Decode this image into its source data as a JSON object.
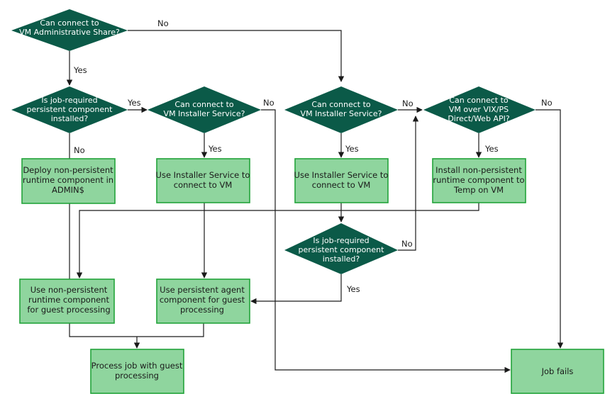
{
  "decisions": [
    {
      "id": "d1",
      "lines": [
        "Can connect to",
        "VM Administrative Share?"
      ]
    },
    {
      "id": "d2",
      "lines": [
        "Is job-required",
        "persistent component",
        "installed?"
      ]
    },
    {
      "id": "d3",
      "lines": [
        "Can connect to",
        "VM Installer Service?"
      ]
    },
    {
      "id": "d4",
      "lines": [
        "Can connect to",
        "VM Installer Service?"
      ]
    },
    {
      "id": "d5",
      "lines": [
        "Can connect to",
        "VM over VIX/PS",
        "Direct/Web API?"
      ]
    },
    {
      "id": "d6",
      "lines": [
        "Is job-required",
        "persistent component",
        "installed?"
      ]
    }
  ],
  "actions": [
    {
      "id": "b1",
      "lines": [
        "Deploy non-persistent",
        "runtime component in",
        "ADMIN$"
      ]
    },
    {
      "id": "b2",
      "lines": [
        "Use Installer Service to",
        "connect to VM"
      ]
    },
    {
      "id": "b3",
      "lines": [
        "Use Installer Service to",
        "connect to VM"
      ]
    },
    {
      "id": "b4",
      "lines": [
        "Install non-persistent",
        "runtime component to",
        "Temp on VM"
      ]
    },
    {
      "id": "b5",
      "lines": [
        "Use non-persistent",
        "runtime component",
        "for guest processing"
      ]
    },
    {
      "id": "b6",
      "lines": [
        "Use persistent agent",
        "component for guest",
        "processing"
      ]
    },
    {
      "id": "b7",
      "lines": [
        "Process job with guest",
        "processing"
      ]
    },
    {
      "id": "b8",
      "lines": [
        "Job fails"
      ]
    }
  ],
  "labels": [
    {
      "id": "l1",
      "text": "No"
    },
    {
      "id": "l2",
      "text": "Yes"
    },
    {
      "id": "l3",
      "text": "Yes"
    },
    {
      "id": "l4",
      "text": "No"
    },
    {
      "id": "l5",
      "text": "No"
    },
    {
      "id": "l6",
      "text": "Yes"
    },
    {
      "id": "l7",
      "text": "No"
    },
    {
      "id": "l8",
      "text": "Yes"
    },
    {
      "id": "l9",
      "text": "No"
    },
    {
      "id": "l10",
      "text": "Yes"
    },
    {
      "id": "l11",
      "text": "No"
    },
    {
      "id": "l12",
      "text": "Yes"
    }
  ],
  "colors": {
    "decision_fill": "#0b5a48",
    "action_fill": "#8fd59e",
    "action_border": "#22a33a",
    "connector": "#1a1a1a"
  }
}
